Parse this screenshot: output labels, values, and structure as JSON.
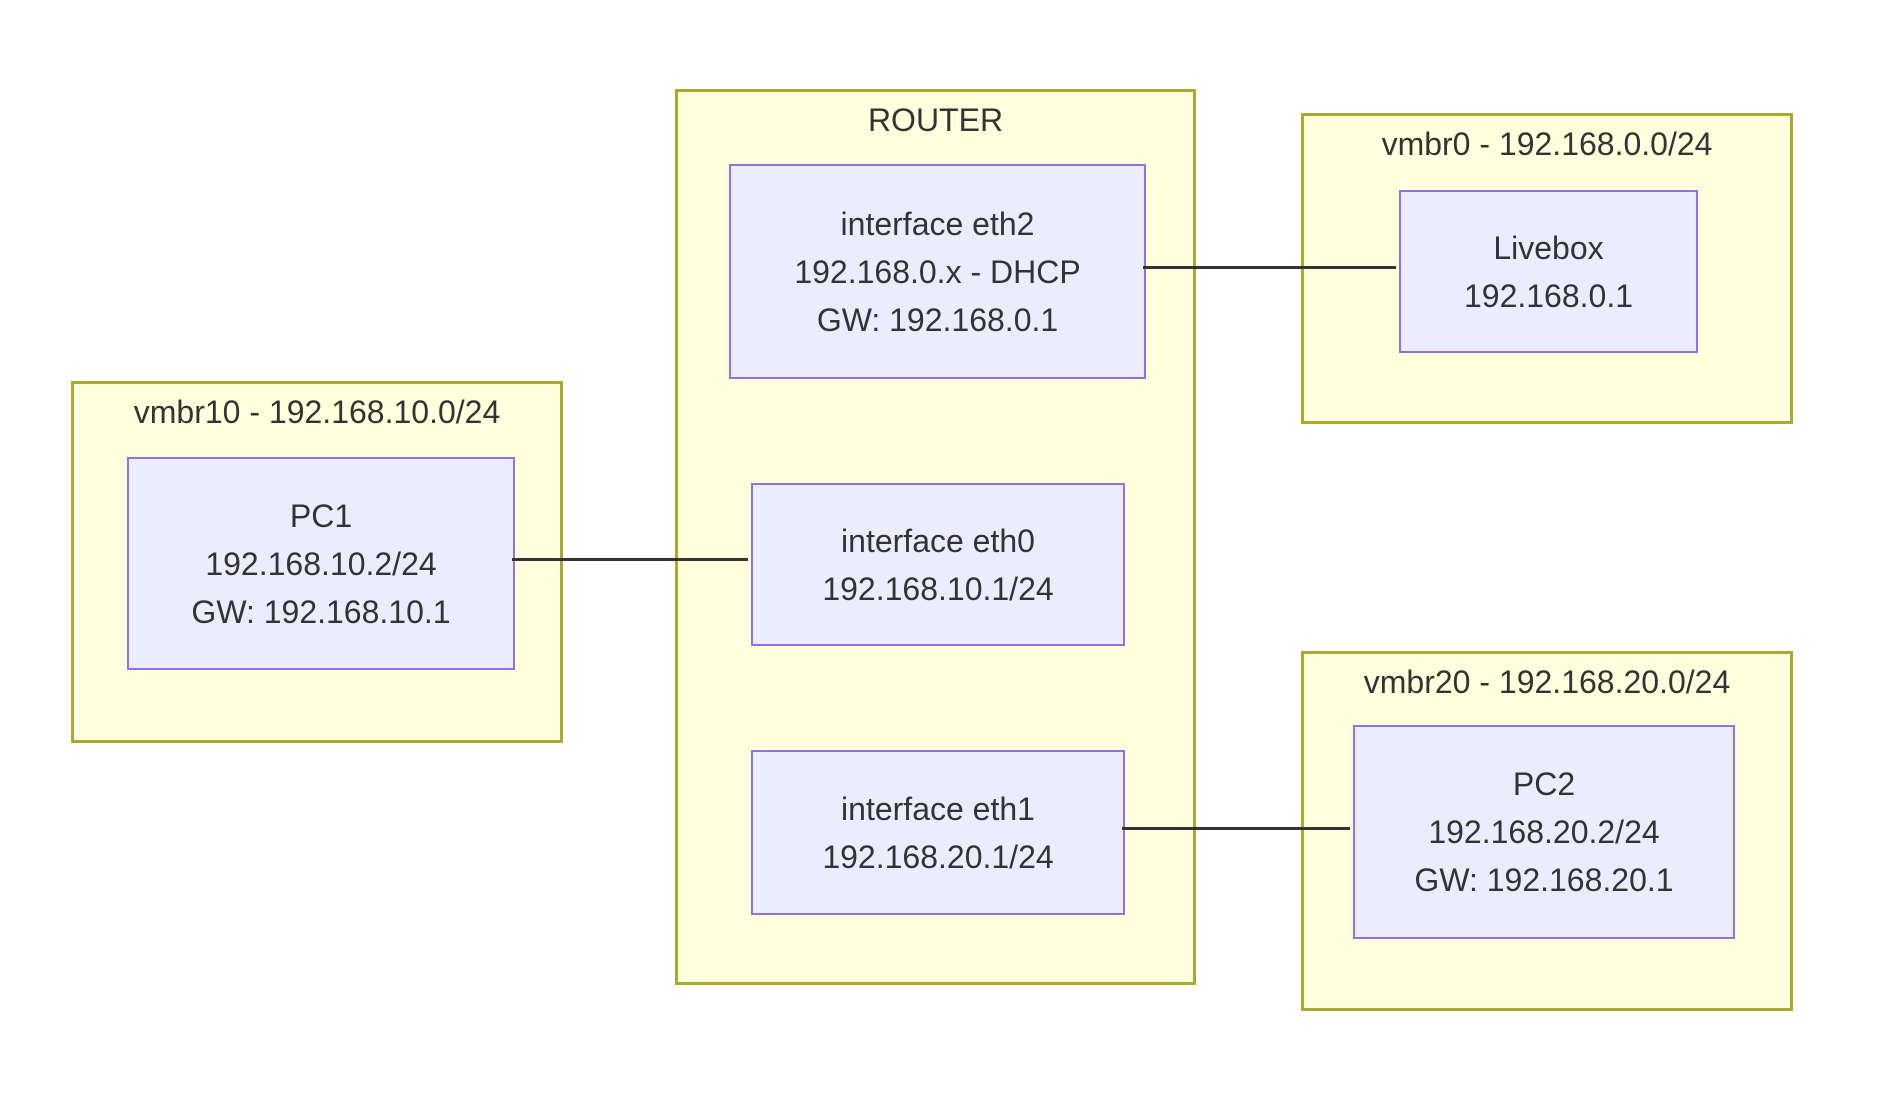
{
  "diagram": {
    "type": "network-topology-diagram",
    "colors": {
      "background": "#ffffff",
      "cluster_fill": "#ffffde",
      "cluster_border": "#aaaa33",
      "node_fill": "#ececff",
      "node_border": "#9370db",
      "edge": "#333333",
      "text": "#333333"
    },
    "clusters": {
      "router": {
        "label": "ROUTER"
      },
      "vmbr10": {
        "label": "vmbr10 - 192.168.10.0/24"
      },
      "vmbr0": {
        "label": "vmbr0 - 192.168.0.0/24"
      },
      "vmbr20": {
        "label": "vmbr20 - 192.168.20.0/24"
      }
    },
    "nodes": {
      "pc1": {
        "cluster": "vmbr10",
        "lines": [
          "PC1",
          "192.168.10.2/24",
          "GW: 192.168.10.1"
        ]
      },
      "eth2": {
        "cluster": "router",
        "lines": [
          "interface eth2",
          "192.168.0.x - DHCP",
          "GW: 192.168.0.1"
        ]
      },
      "eth0": {
        "cluster": "router",
        "lines": [
          "interface eth0",
          "192.168.10.1/24"
        ]
      },
      "eth1": {
        "cluster": "router",
        "lines": [
          "interface eth1",
          "192.168.20.1/24"
        ]
      },
      "livebox": {
        "cluster": "vmbr0",
        "lines": [
          "Livebox",
          "192.168.0.1"
        ]
      },
      "pc2": {
        "cluster": "vmbr20",
        "lines": [
          "PC2",
          "192.168.20.2/24",
          "GW: 192.168.20.1"
        ]
      }
    },
    "edges": [
      {
        "from": "pc1",
        "to": "eth0"
      },
      {
        "from": "eth2",
        "to": "livebox"
      },
      {
        "from": "eth1",
        "to": "pc2"
      }
    ]
  }
}
